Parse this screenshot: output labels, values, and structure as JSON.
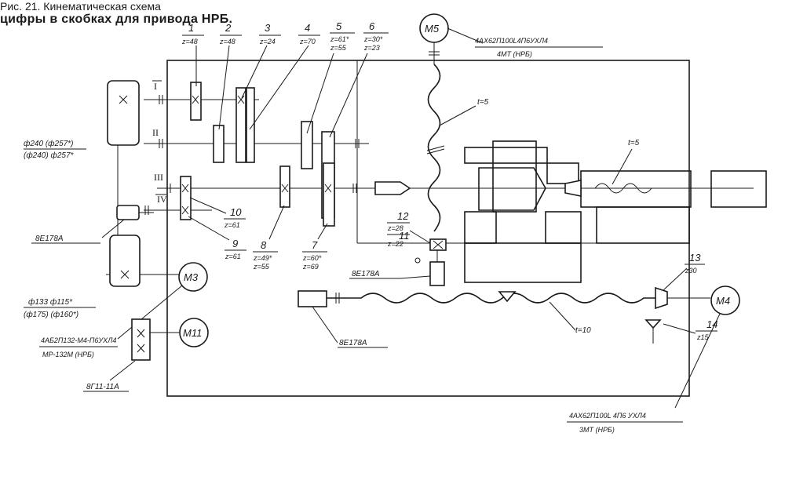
{
  "figure": {
    "caption": "Рис. 21. Кинематическая схема",
    "note": "цифры в скобках для привода НРБ."
  },
  "shafts": {
    "I": "I",
    "II": "II",
    "III": "III",
    "IV": "IV"
  },
  "gears": {
    "g1": {
      "num": "1",
      "z": "z=48"
    },
    "g2": {
      "num": "2",
      "z": "z=48"
    },
    "g3": {
      "num": "3",
      "z": "z=24"
    },
    "g4": {
      "num": "4",
      "z": "z=70"
    },
    "g5": {
      "num": "5",
      "z1": "z=61*",
      "z2": "z=55"
    },
    "g6": {
      "num": "6",
      "z1": "z=30*",
      "z2": "z=23"
    },
    "g7": {
      "num": "7",
      "z1": "z=60*",
      "z2": "z=69"
    },
    "g8": {
      "num": "8",
      "z1": "z=49*",
      "z2": "z=55"
    },
    "g9": {
      "num": "9",
      "z": "z=61"
    },
    "g10": {
      "num": "10",
      "z": "z=61"
    },
    "g11": {
      "num": "11",
      "z": "z=22"
    },
    "g12": {
      "num": "12",
      "z": "z=28"
    },
    "g13": {
      "num": "13",
      "z": "z30"
    },
    "g14": {
      "num": "14",
      "z": "z15"
    }
  },
  "pulleys": {
    "upper_line1": "ф240 (ф257*)",
    "upper_line2": "(ф240) ф257*",
    "lower_line1": "ф133   ф115*",
    "lower_line2": "(ф175)   (ф160*)"
  },
  "motors": {
    "m5": {
      "label": "M5",
      "spec": "4АХ62П100L4П6УХЛ4",
      "sub": "4МТ (НРБ)"
    },
    "m3": {
      "label": "M3",
      "spec": "4АБ2П132-М4-П6УХЛ4",
      "sub": "МР-132М (НРБ)"
    },
    "m11": {
      "label": "M11"
    },
    "m4": {
      "label": "M4",
      "spec": "4АХ62П100L 4П6 УХЛ4",
      "sub": "3МТ (НРБ)"
    }
  },
  "components": {
    "be178a_left": "8Е178А",
    "be178a_mid": "8Е178А",
    "be178a_bottom": "8Е178А",
    "pump": "8Г11-11А"
  },
  "screws": {
    "t1": "t=5",
    "t2": "t=5",
    "t3": "t=10"
  }
}
